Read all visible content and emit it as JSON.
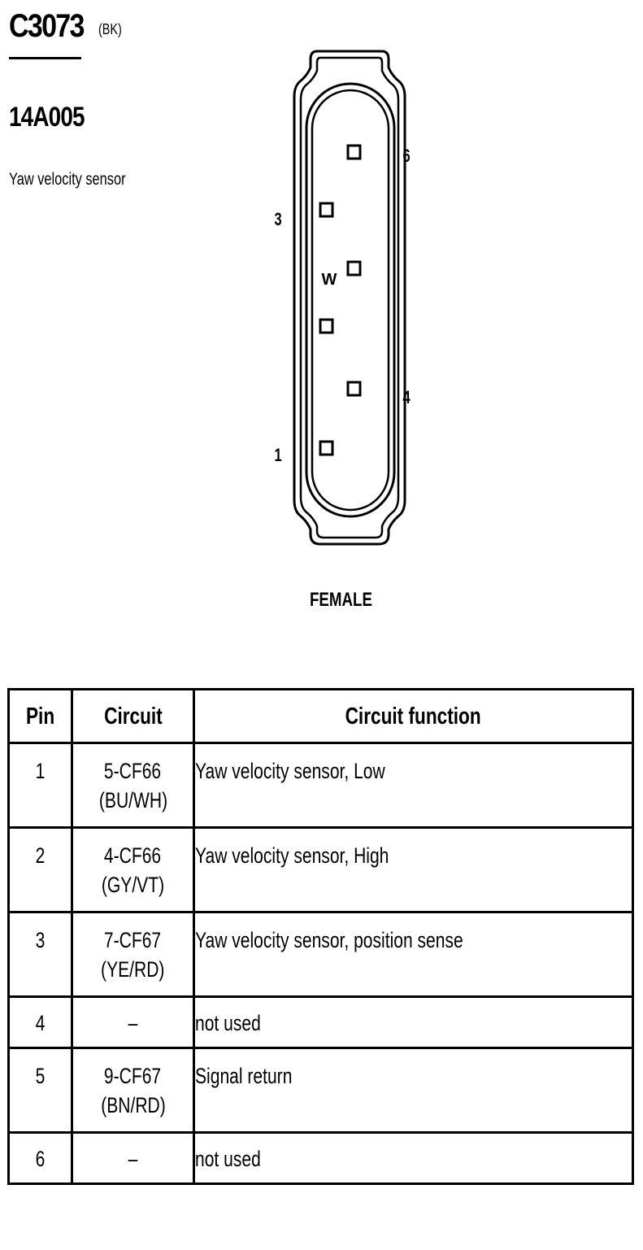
{
  "connector": {
    "id": "C3073",
    "color": "(BK)",
    "part_number": "14A005",
    "description": "Yaw velocity sensor",
    "view_label": "FEMALE",
    "face_marker": "W",
    "pin_labels": {
      "p6": "6",
      "p3": "3",
      "p4": "4",
      "p1": "1"
    }
  },
  "table": {
    "headers": {
      "pin": "Pin",
      "circuit": "Circuit",
      "function": "Circuit function"
    },
    "rows": [
      {
        "pin": "1",
        "circuit_code": "5-CF66",
        "circuit_color": "(BU/WH)",
        "function": "Yaw velocity sensor, Low"
      },
      {
        "pin": "2",
        "circuit_code": "4-CF66",
        "circuit_color": "(GY/VT)",
        "function": "Yaw velocity sensor, High"
      },
      {
        "pin": "3",
        "circuit_code": "7-CF67",
        "circuit_color": "(YE/RD)",
        "function": "Yaw velocity sensor, position sense"
      },
      {
        "pin": "4",
        "circuit_code": "–",
        "circuit_color": "",
        "function": "not used"
      },
      {
        "pin": "5",
        "circuit_code": "9-CF67",
        "circuit_color": "(BN/RD)",
        "function": "Signal return"
      },
      {
        "pin": "6",
        "circuit_code": "–",
        "circuit_color": "",
        "function": "not used"
      }
    ]
  }
}
